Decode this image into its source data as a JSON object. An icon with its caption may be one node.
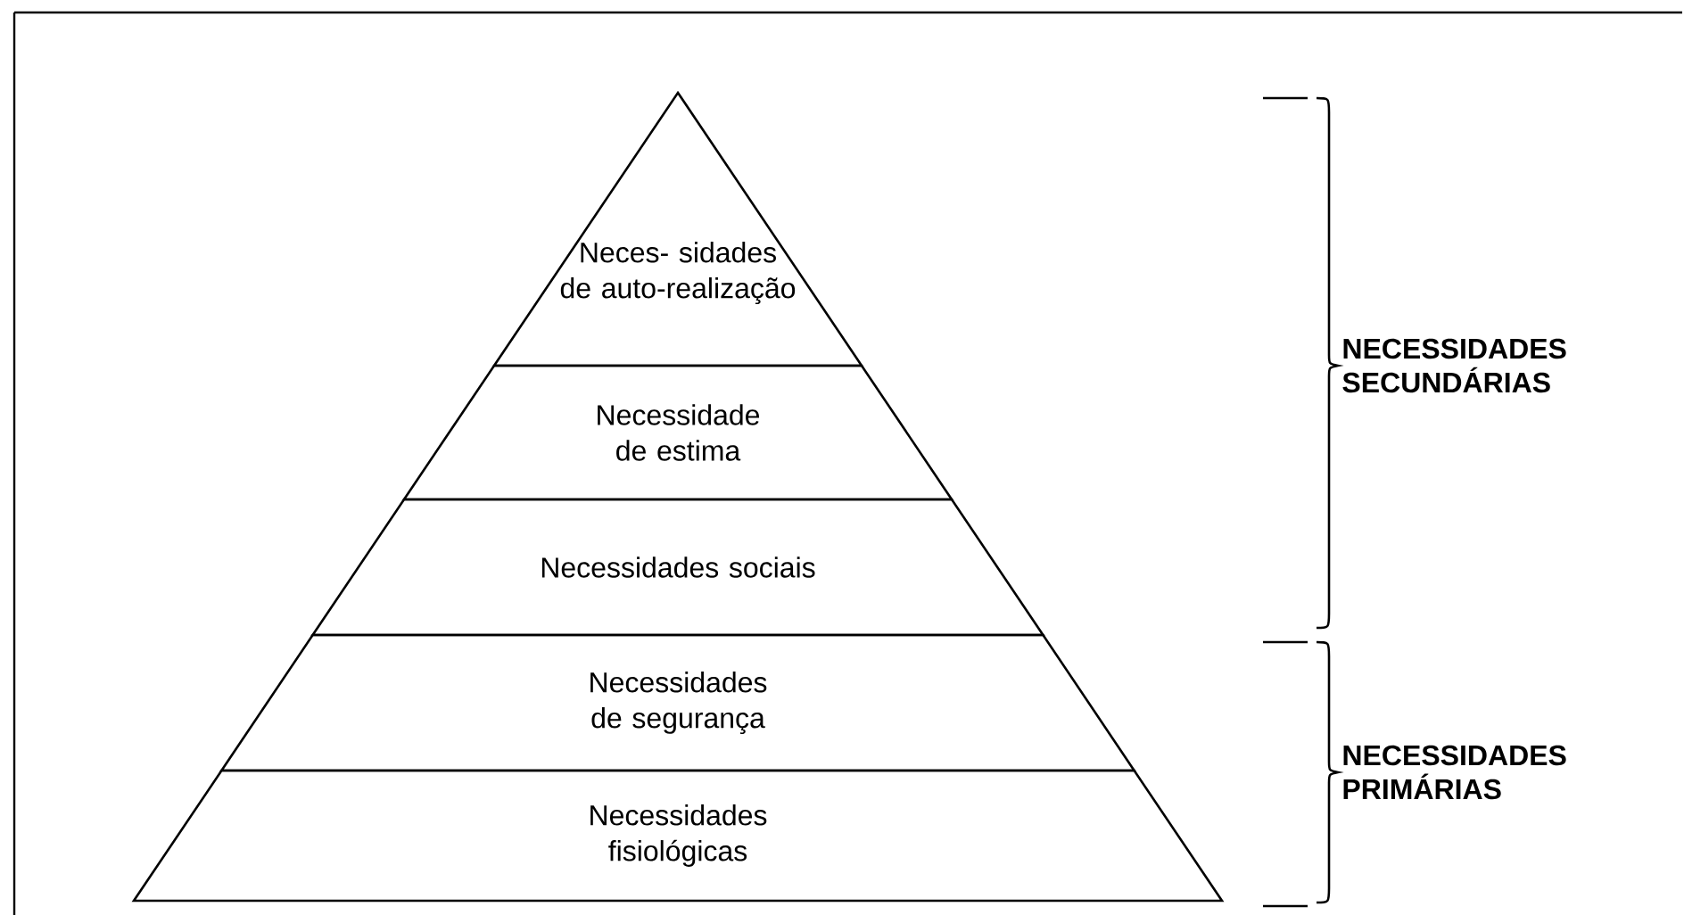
{
  "diagram": {
    "nodes": [
      {
        "text": [
          "Neces- sidades de auto-realização"
        ]
      },
      {
        "text": [
          "Necessidade de estima"
        ]
      },
      {
        "text": [
          "Necessidades sociais"
        ]
      },
      {
        "text": [
          "Necessidades de segurança"
        ]
      },
      {
        "text": [
          "Necessidades fisiológicas"
        ]
      }
    ],
    "labels": [
      "NECESSIDADES SECUNDÁRIAS",
      "NECESSIDADES PRIMÁRIAS"
    ]
  }
}
